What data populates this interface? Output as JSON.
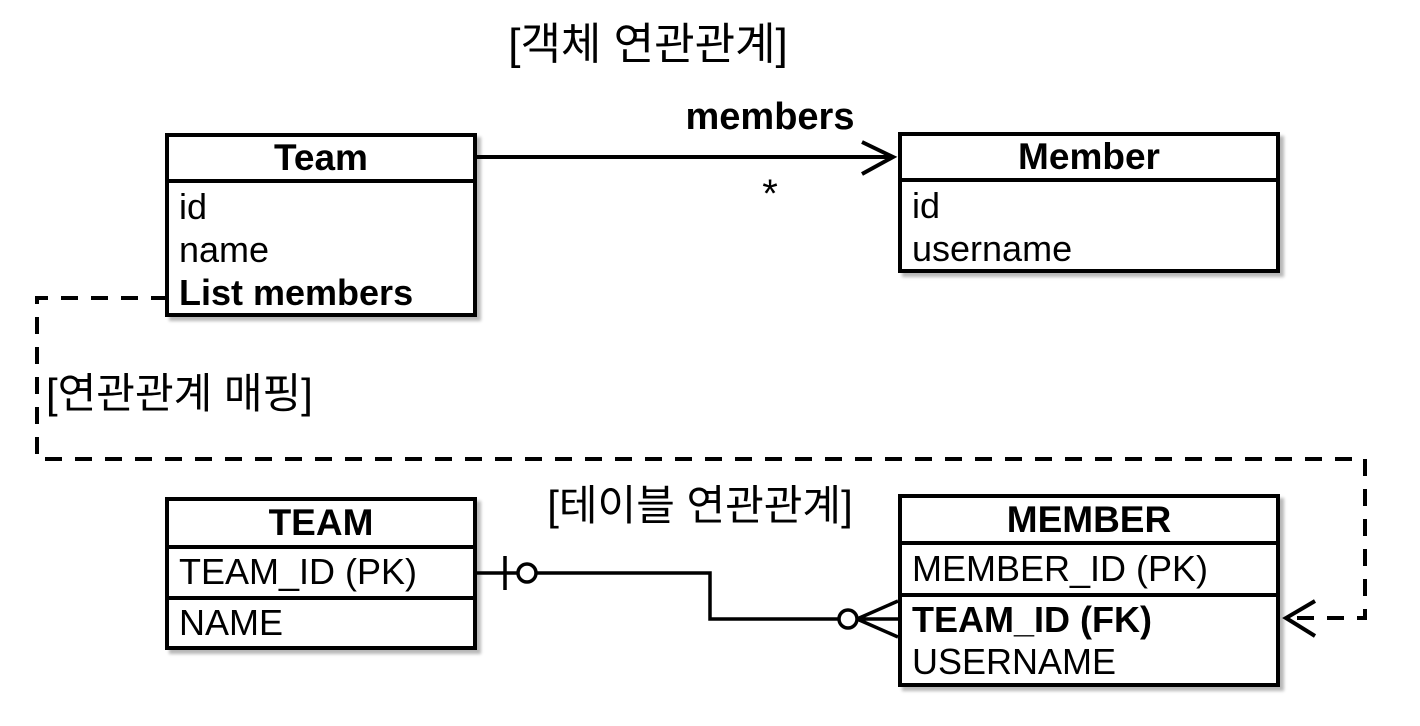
{
  "titles": {
    "object_relation": "[객체 연관관계]",
    "mapping": "[연관관계 매핑]",
    "table_relation": "[테이블 연관관계]"
  },
  "object_diagram": {
    "team": {
      "title": "Team",
      "attributes": [
        "id",
        "name",
        "List members"
      ]
    },
    "member": {
      "title": "Member",
      "attributes": [
        "id",
        "username"
      ]
    },
    "association": {
      "label": "members",
      "multiplicity": "*"
    }
  },
  "table_diagram": {
    "team": {
      "title": "TEAM",
      "columns": [
        "TEAM_ID (PK)",
        "NAME"
      ]
    },
    "member": {
      "title": "MEMBER",
      "columns": [
        "MEMBER_ID (PK)",
        "TEAM_ID (FK)",
        "USERNAME"
      ]
    }
  },
  "colors": {
    "line": "#000000",
    "background": "#ffffff"
  }
}
